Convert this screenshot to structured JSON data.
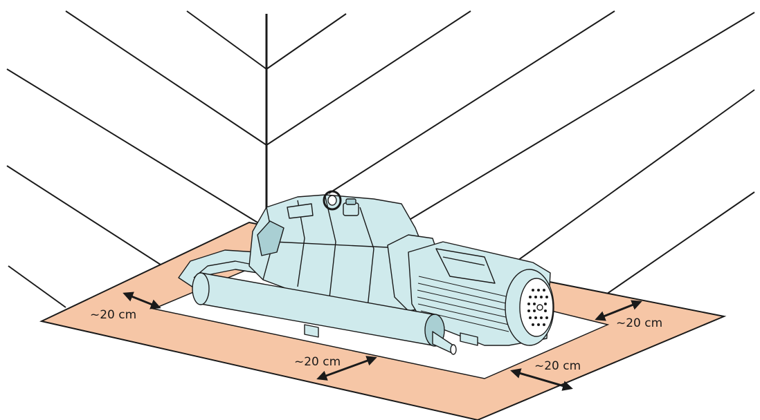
{
  "colors": {
    "background": "#ffffff",
    "line": "#1a1a1a",
    "clearance_zone": "#f6c6a6",
    "footprint": "#ffffff",
    "pump_body": "#cfeaec",
    "pump_shadow": "#a9cfd3"
  },
  "dimensions": {
    "rear_left": "~20 cm",
    "front_left": "~20 cm",
    "front_right": "~20 cm",
    "rear_right": "~20 cm"
  },
  "icons": [
    "double-arrow-icon",
    "fan-cover-icon",
    "lifting-eye-icon"
  ]
}
